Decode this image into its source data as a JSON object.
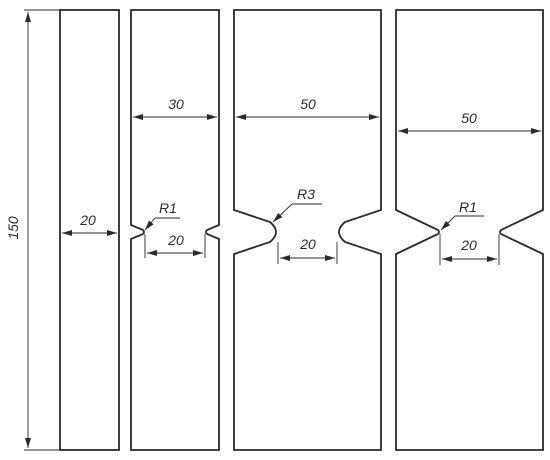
{
  "drawing": {
    "overall_length": "150",
    "specimens": [
      {
        "width_label": "20"
      },
      {
        "width_label": "30",
        "radius_label": "R1",
        "neck_label": "20"
      },
      {
        "width_label": "50",
        "radius_label": "R3",
        "neck_label": "20"
      },
      {
        "width_label": "50",
        "radius_label": "R1",
        "neck_label": "20"
      }
    ]
  },
  "colors": {
    "line": "#2a2a2a",
    "background": "#ffffff"
  }
}
